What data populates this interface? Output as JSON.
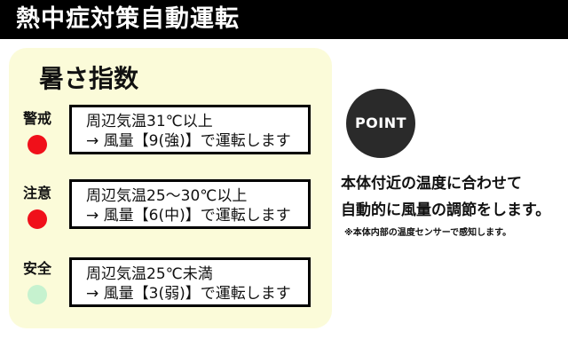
{
  "header": {
    "title": "熱中症対策自動運転"
  },
  "panel": {
    "title": "暑さ指数",
    "levels": [
      {
        "label": "警戒",
        "color": "#f0101a",
        "line1": "周辺気温31℃以上",
        "line2": "→ 風量【9(強)】で運転します"
      },
      {
        "label": "注意",
        "color": "#f0101a",
        "line1": "周辺気温25〜30℃以上",
        "line2": "→ 風量【6(中)】で運転します"
      },
      {
        "label": "安全",
        "color": "#c6f2cf",
        "line1": "周辺気温25℃未満",
        "line2": "→ 風量【3(弱)】で運転します"
      }
    ]
  },
  "point": {
    "badge": "POINT",
    "description_line1": "本体付近の温度に合わせて",
    "description_line2": "自動的に風量の調節をします。",
    "note": "※本体内部の温度センサーで感知します。"
  }
}
